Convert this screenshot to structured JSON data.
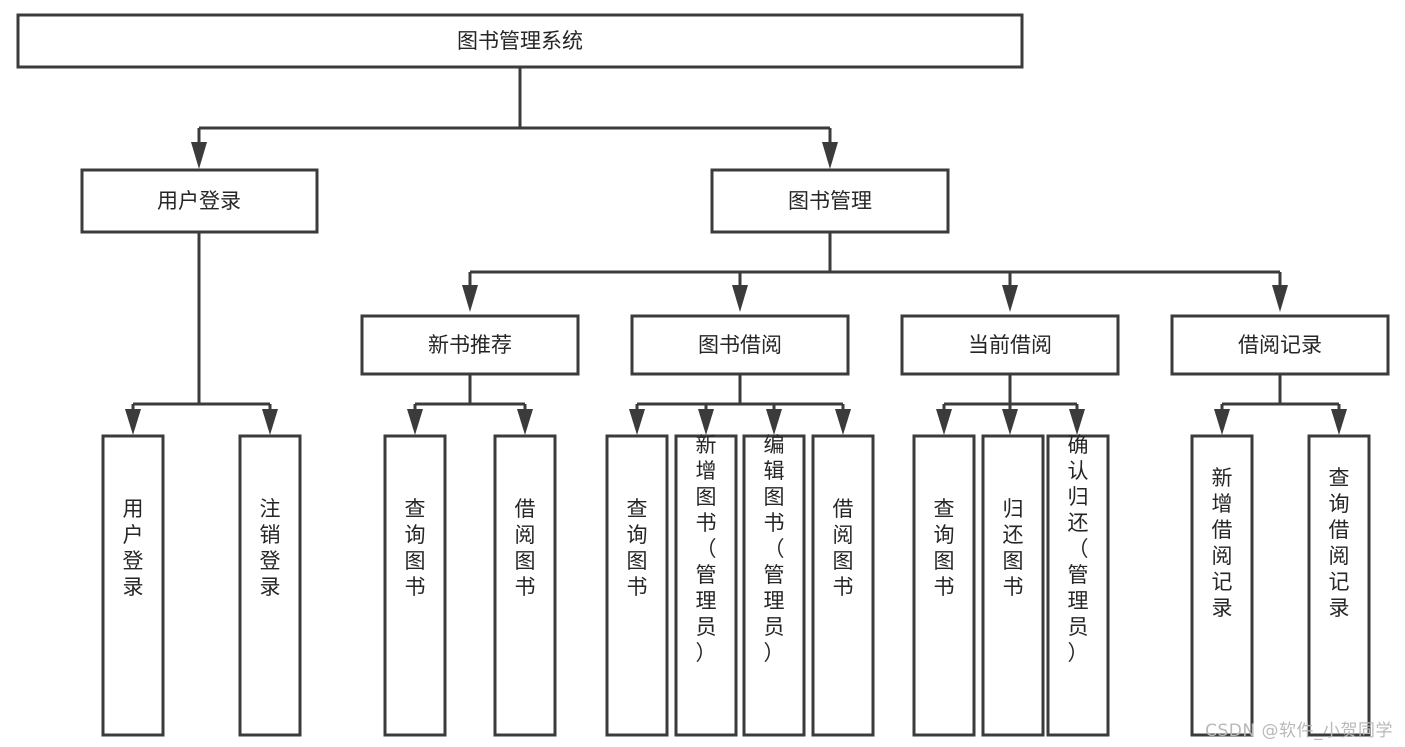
{
  "diagram": {
    "type": "hierarchy-tree",
    "orientation": "top-down",
    "watermark": "CSDN @软件_小贺同学",
    "colors": {
      "box_fill": "#ffffff",
      "box_stroke": "#3b3b3b",
      "text": "#262626",
      "background": "#ffffff",
      "watermark": "#b9b9b9"
    },
    "root": {
      "label": "图书管理系统"
    },
    "level2": [
      {
        "label": "用户登录"
      },
      {
        "label": "图书管理"
      }
    ],
    "level3": [
      {
        "label": "新书推荐"
      },
      {
        "label": "图书借阅"
      },
      {
        "label": "当前借阅"
      },
      {
        "label": "借阅记录"
      }
    ],
    "leaves": {
      "user_login": [
        {
          "label": "用户登录"
        },
        {
          "label": "注销登录"
        }
      ],
      "new_book_recommend": [
        {
          "label": "查询图书"
        },
        {
          "label": "借阅图书"
        }
      ],
      "book_borrow": [
        {
          "label": "查询图书"
        },
        {
          "label": "新增图书（管理员）"
        },
        {
          "label": "编辑图书（管理员）"
        },
        {
          "label": "借阅图书"
        }
      ],
      "current_borrow": [
        {
          "label": "查询图书"
        },
        {
          "label": "归还图书"
        },
        {
          "label": "确认归还（管理员）"
        }
      ],
      "borrow_record": [
        {
          "label": "新增借阅记录"
        },
        {
          "label": "查询借阅记录"
        }
      ]
    }
  }
}
